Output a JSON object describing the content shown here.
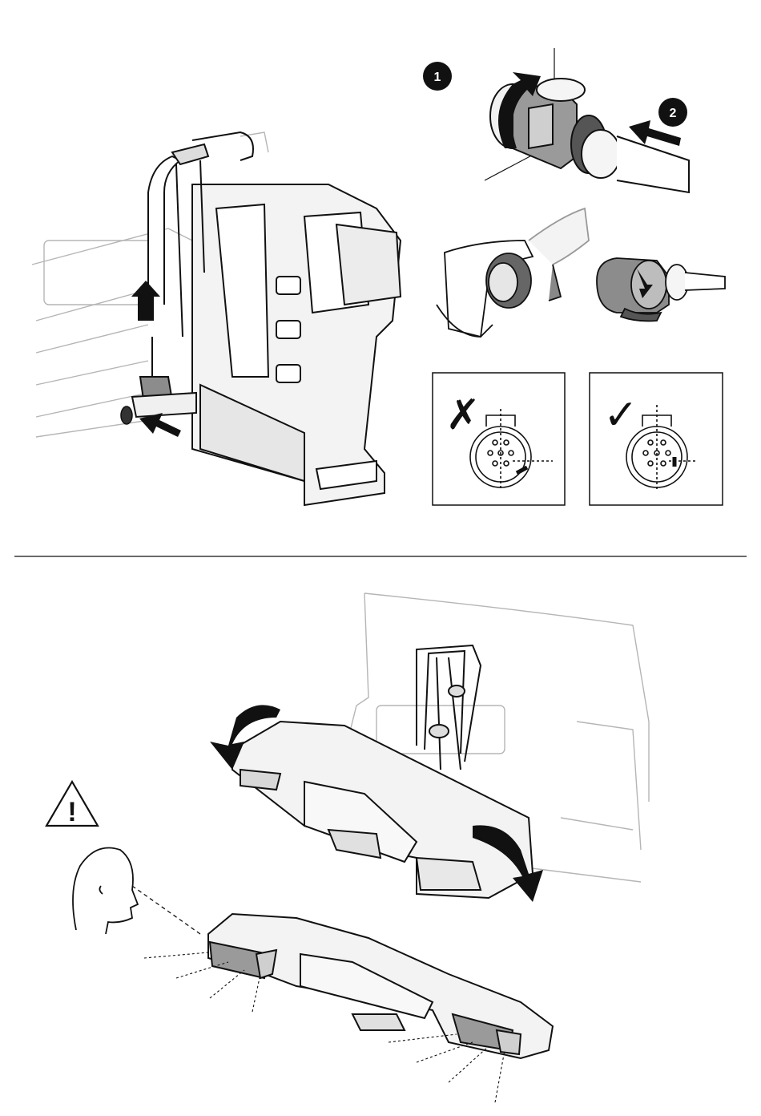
{
  "steps": {
    "step_one": "1",
    "step_two": "2"
  },
  "panels": {
    "wrong": {
      "mark": "✗",
      "meaning": "incorrect"
    },
    "right": {
      "mark": "✓",
      "meaning": "correct"
    }
  },
  "warning": {
    "icon": "warning-triangle-icon",
    "mark": "!"
  },
  "colors": {
    "ink": "#111111",
    "car_outline": "#b0b0b0",
    "carrier_fill": "#f2f2f2",
    "light_fill": "#d6d6d6",
    "mid_fill": "#8c8c8c",
    "dark_fill": "#555555"
  }
}
